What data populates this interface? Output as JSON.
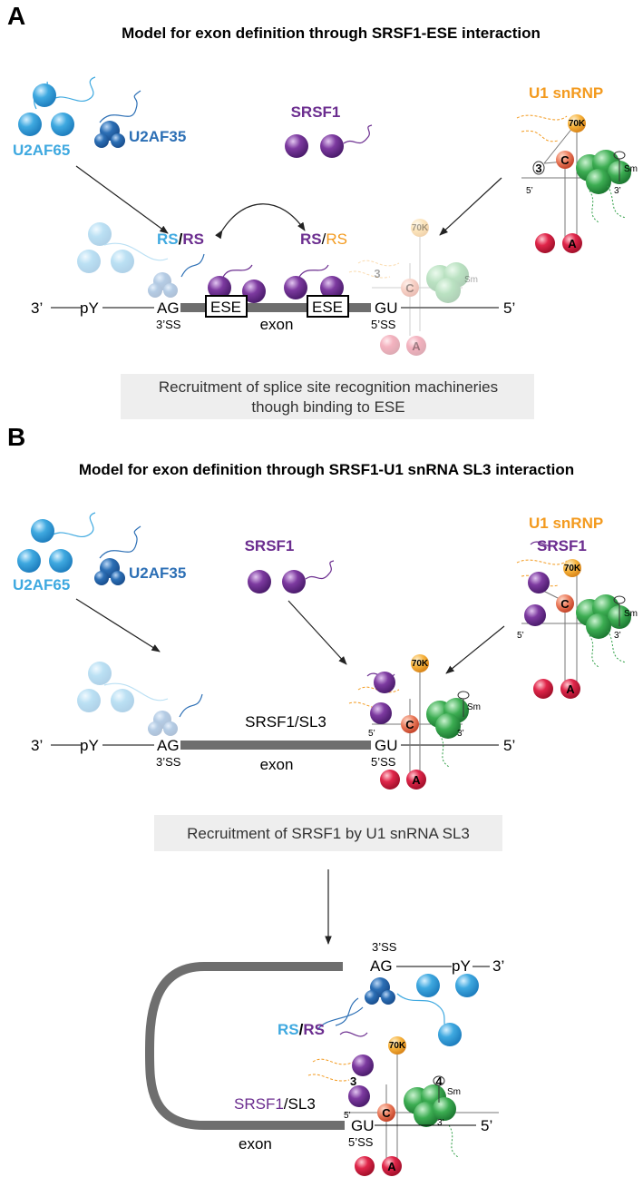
{
  "panel_a": {
    "letter": "A",
    "title": "Model for exon definition through SRSF1-ESE interaction",
    "u2af65": "U2AF65",
    "u2af35": "U2AF35",
    "srsf1": "SRSF1",
    "u1snrnp": "U1 snRNP",
    "rs_left_a": "RS",
    "rs_slash_left": "/",
    "rs_left_b": "RS",
    "rs_right_a": "RS",
    "rs_slash_right": "/",
    "rs_right_b": "RS",
    "three_prime": "3’",
    "py": "pY",
    "ag": "AG",
    "ss3": "3’SS",
    "ese1": "ESE",
    "ese2": "ESE",
    "exon": "exon",
    "gu": "GU",
    "ss5": "5’SS",
    "five_prime": "5’",
    "k70": "70K",
    "c": "C",
    "a": "A",
    "sm": "Sm",
    "n3": "3",
    "n5": "5’",
    "n3p": "3’",
    "recruit_line1": "Recruitment of splice site recognition machineries",
    "recruit_line2": "though binding to ESE"
  },
  "panel_b": {
    "letter": "B",
    "title": "Model for exon definition through SRSF1-U1 snRNA SL3 interaction",
    "u2af65": "U2AF65",
    "u2af35": "U2AF35",
    "srsf1": "SRSF1",
    "u1snrnp": "U1 snRNP",
    "u1srsf1": "SRSF1",
    "sl3": "SRSF1/SL3",
    "three_prime": "3’",
    "py": "pY",
    "ag": "AG",
    "ss3": "3’SS",
    "exon": "exon",
    "gu": "GU",
    "ss5": "5’SS",
    "five_prime": "5’",
    "k70": "70K",
    "c": "C",
    "a": "A",
    "sm": "Sm",
    "n5": "5’",
    "n3p": "3’",
    "recruit": "Recruitment of SRSF1 by U1 snRNA SL3"
  },
  "panel_c": {
    "ss3": "3’SS",
    "ag": "AG",
    "py": "pY",
    "three_prime": "3’",
    "rs_a": "RS",
    "rs_slash": "/",
    "rs_b": "RS",
    "k70": "70K",
    "red3": "3",
    "n4": "4",
    "sm": "Sm",
    "srsf1": "SRSF1",
    "sl3": "/SL3",
    "n5": "5’",
    "gu": "GU",
    "five_prime": "5’",
    "exon": "exon",
    "ss5": "5’SS",
    "c": "C",
    "a": "A",
    "n3p": "3’"
  },
  "colors": {
    "u2af65": "#3fa9e0",
    "u2af35": "#2c6fb5",
    "srsf1": "#6b2d8f",
    "u1": "#f39a1e",
    "red": "#d81e3c",
    "green": "#2e9e45",
    "exon_bar": "#6e6e6e"
  }
}
